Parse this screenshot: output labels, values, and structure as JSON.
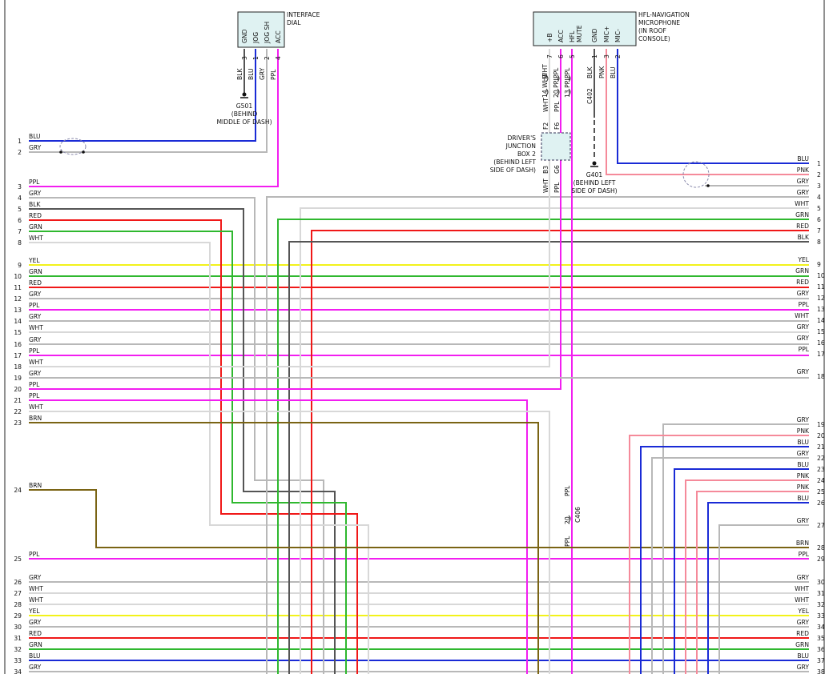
{
  "colors": {
    "BLU": "#1a2bd6",
    "GRY": "#b8b8b8",
    "PPL": "#f21ef0",
    "BLK": "#555555",
    "RED": "#f01818",
    "GRN": "#2fb82f",
    "WHT": "#d8d8d8",
    "YEL": "#f2f21a",
    "BRN": "#7a6414",
    "PNK": "#f58a9a"
  },
  "interface_dial": {
    "title": [
      "INTERFACE",
      "DIAL"
    ],
    "pins": [
      {
        "name": "GND",
        "num": "3",
        "color": "BLK"
      },
      {
        "name": "JOG",
        "num": "1",
        "color": "BLU"
      },
      {
        "name": "JOG SH",
        "num": "2",
        "color": "GRY"
      },
      {
        "name": "ACC",
        "num": "4",
        "color": "PPL"
      }
    ],
    "ground": {
      "id": "G501",
      "note": [
        "(BEHIND",
        "MIDDLE OF DASH)"
      ]
    }
  },
  "hfl_mic": {
    "title": [
      "HFL-NAVIGATION",
      "MICROPHONE",
      "(IN ROOF",
      "CONSOLE)"
    ],
    "pins": [
      {
        "name": "+B",
        "num": "7",
        "color": "WHT"
      },
      {
        "name": "ACC",
        "num": "6",
        "color": "PPL"
      },
      {
        "name": "HFL",
        "name2": "MUTE",
        "num": "5",
        "color": "PPL"
      },
      {
        "name": "GND",
        "num": "1",
        "color": "BLK"
      },
      {
        "name": "MIC+",
        "num": "3",
        "color": "PNK"
      },
      {
        "name": "MIC-",
        "num": "2",
        "color": "BLU"
      }
    ],
    "connector_pins": [
      {
        "num": "14",
        "color": "WHT"
      },
      {
        "num": "20",
        "color": "PPL"
      },
      {
        "num": "13",
        "color": "PPL"
      }
    ],
    "c402": "C402",
    "ground": {
      "id": "G401",
      "note": [
        "(BEHIND LEFT",
        "SIDE OF DASH)"
      ]
    }
  },
  "junction_box": {
    "title": [
      "DRIVER'S",
      "JUNCTION",
      "BOX 2",
      "(BEHIND LEFT",
      "SIDE OF DASH)"
    ],
    "top_pins": [
      {
        "id": "F2",
        "color": "WHT"
      },
      {
        "id": "F6",
        "color": "PPL"
      }
    ],
    "bottom_pins": [
      {
        "id": "B3",
        "color": "WHT"
      },
      {
        "id": "G6",
        "color": "PPL"
      }
    ]
  },
  "c406": {
    "id": "C406",
    "pin": "20",
    "top_color": "PPL",
    "bottom_color": "PPL"
  },
  "left_pins": [
    {
      "num": "1",
      "color": "BLU"
    },
    {
      "num": "2",
      "color": "GRY"
    },
    {
      "num": "3",
      "color": "PPL"
    },
    {
      "num": "4",
      "color": "GRY"
    },
    {
      "num": "5",
      "color": "BLK"
    },
    {
      "num": "6",
      "color": "RED"
    },
    {
      "num": "7",
      "color": "GRN"
    },
    {
      "num": "8",
      "color": "WHT"
    },
    {
      "num": "9",
      "color": "YEL"
    },
    {
      "num": "10",
      "color": "GRN"
    },
    {
      "num": "11",
      "color": "RED"
    },
    {
      "num": "12",
      "color": "GRY"
    },
    {
      "num": "13",
      "color": "PPL"
    },
    {
      "num": "14",
      "color": "GRY"
    },
    {
      "num": "15",
      "color": "WHT"
    },
    {
      "num": "16",
      "color": "GRY"
    },
    {
      "num": "17",
      "color": "PPL"
    },
    {
      "num": "18",
      "color": "WHT"
    },
    {
      "num": "19",
      "color": "GRY"
    },
    {
      "num": "20",
      "color": "PPL"
    },
    {
      "num": "21",
      "color": "PPL"
    },
    {
      "num": "22",
      "color": "WHT"
    },
    {
      "num": "23",
      "color": "BRN"
    },
    {
      "num": "24",
      "color": "BRN"
    },
    {
      "num": "25",
      "color": "PPL"
    },
    {
      "num": "26",
      "color": "GRY"
    },
    {
      "num": "27",
      "color": "WHT"
    },
    {
      "num": "28",
      "color": "WHT"
    },
    {
      "num": "29",
      "color": "YEL"
    },
    {
      "num": "30",
      "color": "GRY"
    },
    {
      "num": "31",
      "color": "RED"
    },
    {
      "num": "32",
      "color": "GRN"
    },
    {
      "num": "33",
      "color": "BLU"
    },
    {
      "num": "34",
      "color": "GRY"
    }
  ],
  "right_pins": [
    {
      "num": "1",
      "color": "BLU"
    },
    {
      "num": "2",
      "color": "PNK"
    },
    {
      "num": "3",
      "color": "GRY"
    },
    {
      "num": "4",
      "color": "GRY"
    },
    {
      "num": "5",
      "color": "WHT"
    },
    {
      "num": "6",
      "color": "GRN"
    },
    {
      "num": "7",
      "color": "RED"
    },
    {
      "num": "8",
      "color": "BLK"
    },
    {
      "num": "9",
      "color": "YEL"
    },
    {
      "num": "10",
      "color": "GRN"
    },
    {
      "num": "11",
      "color": "RED"
    },
    {
      "num": "12",
      "color": "GRY"
    },
    {
      "num": "13",
      "color": "PPL"
    },
    {
      "num": "14",
      "color": "WHT"
    },
    {
      "num": "15",
      "color": "GRY"
    },
    {
      "num": "16",
      "color": "GRY"
    },
    {
      "num": "17",
      "color": "PPL"
    },
    {
      "num": "18",
      "color": "GRY"
    },
    {
      "num": "19",
      "color": "GRY"
    },
    {
      "num": "20",
      "color": "PNK"
    },
    {
      "num": "21",
      "color": "BLU"
    },
    {
      "num": "22",
      "color": "GRY"
    },
    {
      "num": "23",
      "color": "BLU"
    },
    {
      "num": "24",
      "color": "PNK"
    },
    {
      "num": "25",
      "color": "PNK"
    },
    {
      "num": "26",
      "color": "BLU"
    },
    {
      "num": "27",
      "color": "GRY"
    },
    {
      "num": "28",
      "color": "BRN"
    },
    {
      "num": "29",
      "color": "PPL"
    },
    {
      "num": "30",
      "color": "GRY"
    },
    {
      "num": "31",
      "color": "WHT"
    },
    {
      "num": "32",
      "color": "WHT"
    },
    {
      "num": "33",
      "color": "YEL"
    },
    {
      "num": "34",
      "color": "GRY"
    },
    {
      "num": "35",
      "color": "RED"
    },
    {
      "num": "36",
      "color": "GRN"
    },
    {
      "num": "37",
      "color": "BLU"
    },
    {
      "num": "38",
      "color": "GRY"
    }
  ]
}
